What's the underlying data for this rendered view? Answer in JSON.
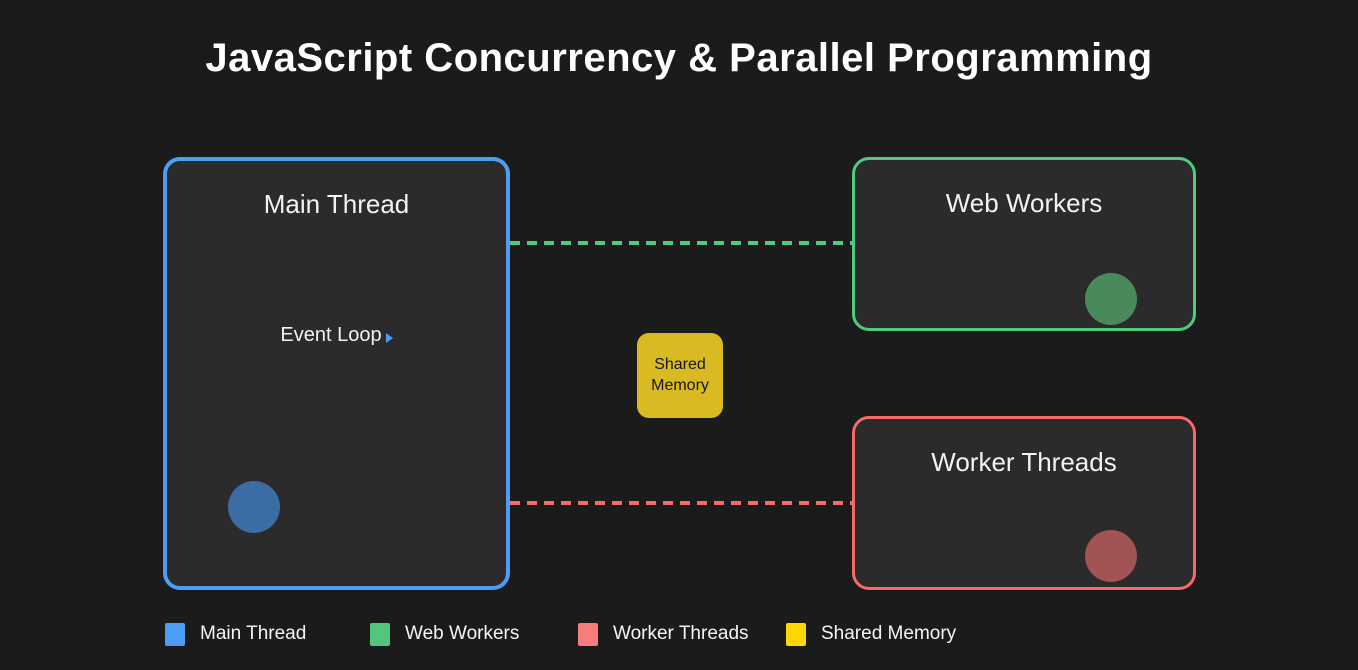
{
  "canvas": {
    "background_color": "#1b1b1b"
  },
  "title": "JavaScript Concurrency & Parallel Programming",
  "nodes": {
    "main_thread": {
      "label": "Main Thread",
      "sublabel": "Event Loop",
      "border_color": "#4f9df2",
      "fill_color": "#2b2b2b",
      "circle_color": "#3c6ca5",
      "marker_color": "#4f9df2"
    },
    "web_workers": {
      "label": "Web Workers",
      "border_color": "#4ecb7d",
      "fill_color": "#2b2b2b",
      "circle_color": "#4a8a5a"
    },
    "worker_threads": {
      "label": "Worker Threads",
      "border_color": "#f56b6b",
      "fill_color": "#2b2b2b",
      "circle_color": "#a25353"
    },
    "shared_memory": {
      "label": "Shared Memory",
      "fill_color": "#d9ba22",
      "text_color": "#161616"
    }
  },
  "connections": [
    {
      "from": "main_thread",
      "to": "web_workers",
      "style": "dashed",
      "color": "#4ecb7d"
    },
    {
      "from": "main_thread",
      "to": "worker_threads",
      "style": "dashed",
      "color": "#f56b6b"
    }
  ],
  "legend": {
    "items": [
      {
        "label": "Main Thread",
        "color": "#4d9df8"
      },
      {
        "label": "Web Workers",
        "color": "#52c57e"
      },
      {
        "label": "Worker Threads",
        "color": "#f87c7c"
      },
      {
        "label": "Shared Memory",
        "color": "#fcd703"
      }
    ]
  }
}
